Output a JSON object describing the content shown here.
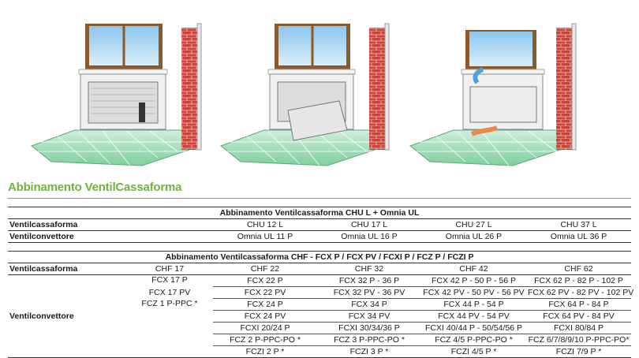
{
  "heading": "Abbinamento VentilCassaforma",
  "table1": {
    "title": "Abbinamento Ventilcassaforma CHU L + Omnia UL",
    "rows": [
      {
        "label": "Ventilcassaforma",
        "cells": [
          "CHU 12 L",
          "CHU 17 L",
          "CHU 27 L",
          "CHU 37 L"
        ]
      },
      {
        "label": "Ventilconvettore",
        "cells": [
          "Omnia UL 11 P",
          "Omnia UL 16 P",
          "Omnia UL 26 P",
          "Omnia UL 36 P"
        ]
      }
    ]
  },
  "table2": {
    "title": "Abbinamento Ventilcassaforma CHF - FCX P / FCX PV / FCXI P / FCZ P / FCZI P",
    "label_cassaforma": "Ventilcassaforma",
    "label_convettore": "Ventilconvettore",
    "headers": [
      "CHF 17",
      "CHF 22",
      "CHF 32",
      "CHF 42",
      "CHF 62"
    ],
    "col1": [
      "FCX 17 P",
      "FCX 17 PV",
      "FCZ 1 P-PPC *"
    ],
    "rows": [
      [
        "FCX 22 P",
        "FCX 32 P - 36 P",
        "FCX 42 P - 50 P - 56 P",
        "FCX 62 P - 82 P - 102 P"
      ],
      [
        "FCX 22 PV",
        "FCX 32 PV - 36 PV",
        "FCX 42 PV - 50 PV - 56 PV",
        "FCX 62 PV - 82 PV - 102 PV"
      ],
      [
        "FCX 24 P",
        "FCX 34 P",
        "FCX 44 P - 54 P",
        "FCX 64 P - 84 P"
      ],
      [
        "FCX 24 PV",
        "FCX 34 PV",
        "FCX 44 PV - 54 PV",
        "FCX 64 PV - 84 PV"
      ],
      [
        "FCXI 20/24 P",
        "FCXI 30/34/36 P",
        "FCXI 40/44 P - 50/54/56 P",
        "FCXI 80/84 P"
      ],
      [
        "FCZ 2 P-PPC-PO *",
        "FCZ 3 P-PPC-PO *",
        "FCZ 4/5 P-PPC-PO *",
        "FCZ 6/7/8/9/10 P-PPC-PO*"
      ],
      [
        "FCZI 2 P *",
        "FCZI 3 P *",
        "FCZI 4/5 P *",
        "FCZI 7/9 P *"
      ]
    ]
  },
  "colors": {
    "accent": "#6db33f",
    "brick": "#c8463c",
    "floor": "#a8dcb4",
    "glass": "#a9d4f0"
  }
}
